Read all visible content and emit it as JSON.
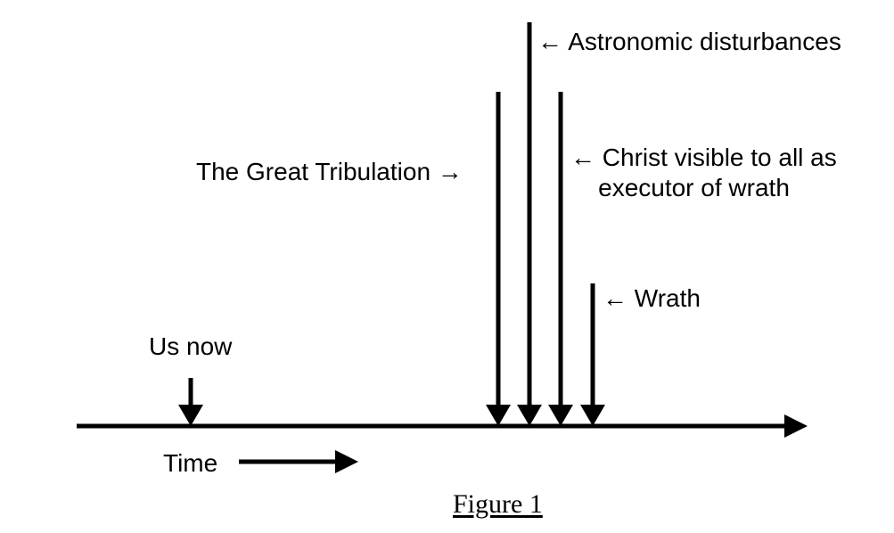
{
  "labels": {
    "astronomic": "← Astronomic disturbances",
    "tribulation": "The Great Tribulation →",
    "christ": "← Christ visible to all as\n    executor of wrath",
    "wrath": "← Wrath",
    "us_now": "Us now",
    "time": "Time"
  },
  "caption": "Figure 1",
  "colors": {
    "ink": "#000000",
    "background": "#ffffff"
  }
}
